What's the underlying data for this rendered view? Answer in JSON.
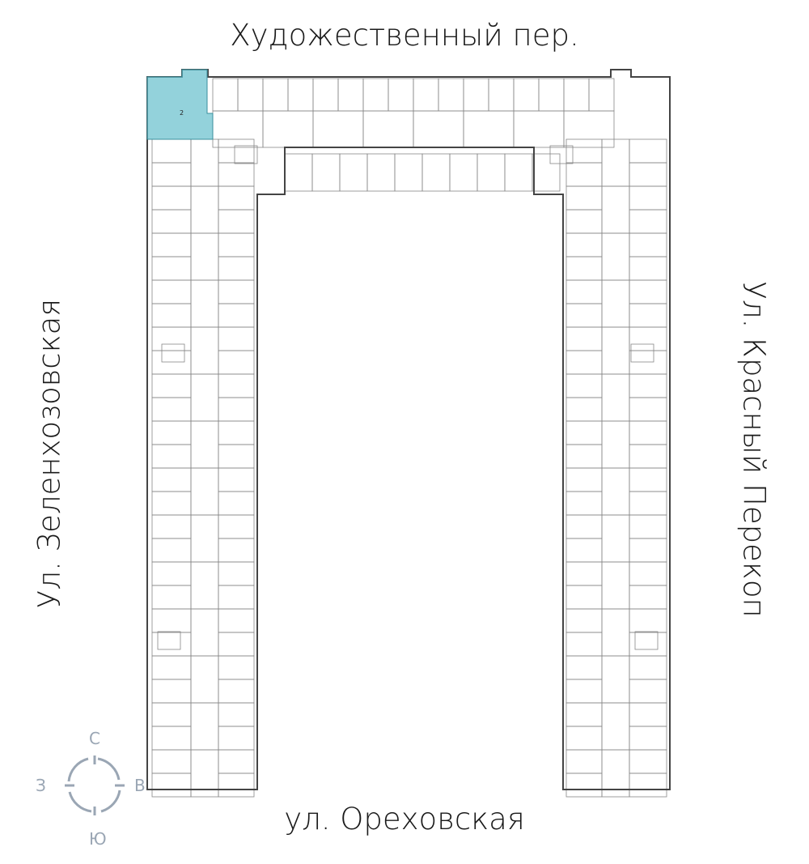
{
  "streets": {
    "north": "Художественный пер.",
    "south": "ул. Ореховская",
    "west": "Ул. Зеленхозовская",
    "east": "Ул. Красный Перекоп"
  },
  "compass": {
    "north": "С",
    "south": "Ю",
    "west": "З",
    "east": "В"
  },
  "highlighted_apartment": {
    "rooms": "2"
  },
  "colors": {
    "highlight": "#6fc3cf",
    "walls": "#555555",
    "compass": "#9aa6b4"
  }
}
